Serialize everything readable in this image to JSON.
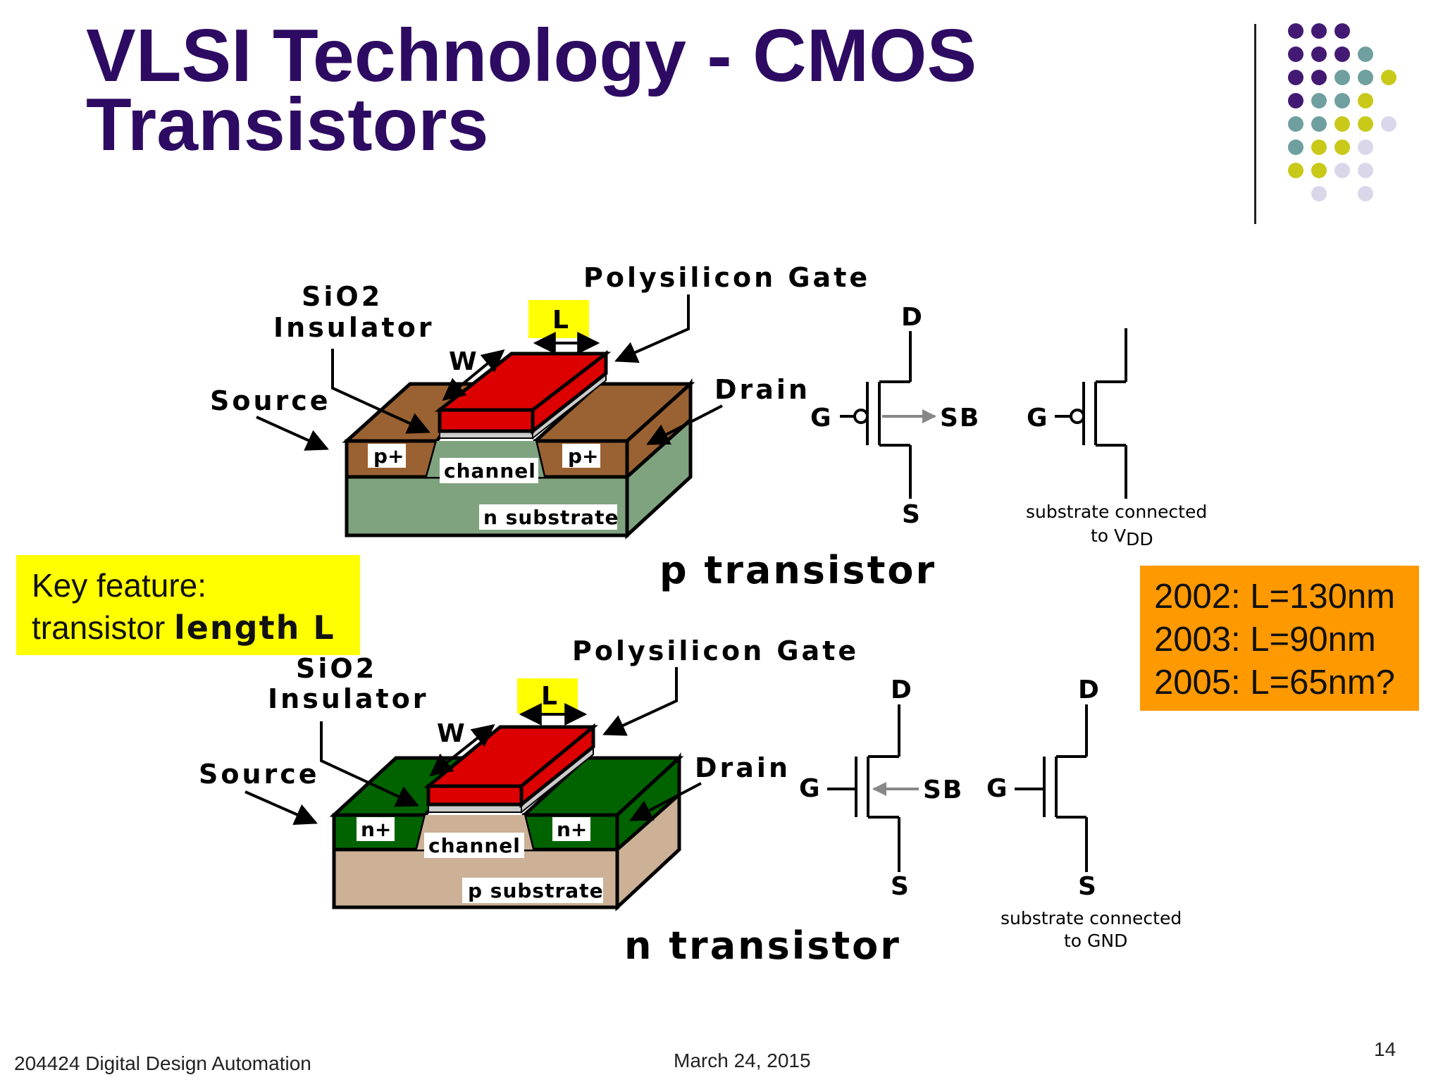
{
  "slide": {
    "title_line1": "VLSI Technology - CMOS",
    "title_line2": "Transistors",
    "footer_left": "204424 Digital Design Automation",
    "footer_date": "March 24, 2015",
    "page_number": "14"
  },
  "key_feature": {
    "line1": "Key feature:",
    "line2_prefix": "transistor ",
    "line2_bold": "length L"
  },
  "years": [
    "2002: L=130nm",
    "2003: L=90nm",
    "2005: L=65nm?"
  ],
  "p_transistor": {
    "caption": "p transistor",
    "gate_label": "Polysilicon Gate",
    "insulator_label_1": "SiO2",
    "insulator_label_2": "Insulator",
    "source_label": "Source",
    "drain_label": "Drain",
    "length_label": "L",
    "width_label": "W",
    "well_left": "p+",
    "well_right": "p+",
    "channel_label": "channel",
    "substrate_label": "n substrate",
    "symbol": {
      "d": "D",
      "g": "G",
      "sb": "SB",
      "s": "S",
      "g2": "G",
      "note_line1": "substrate connected",
      "note_line2_prefix": "to V",
      "note_line2_sub": "DD"
    }
  },
  "n_transistor": {
    "caption": "n transistor",
    "gate_label": "Polysilicon Gate",
    "insulator_label_1": "SiO2",
    "insulator_label_2": "Insulator",
    "source_label": "Source",
    "drain_label": "Drain",
    "length_label": "L",
    "width_label": "W",
    "well_left": "n+",
    "well_right": "n+",
    "channel_label": "channel",
    "substrate_label": "p substrate",
    "symbol": {
      "d": "D",
      "g": "G",
      "sb": "SB",
      "s": "S",
      "d2": "D",
      "g2": "G",
      "s2": "S",
      "note_line1": "substrate connected",
      "note_line2": "to GND"
    }
  },
  "colors": {
    "title": "#2e0b62",
    "gate": "#dd0000",
    "p_well": "#9a6232",
    "n_sub": "#7fa37f",
    "n_well": "#006300",
    "p_sub": "#ccb197",
    "highlight": "#ffff00",
    "callout": "#ff9900",
    "arrow_gray": "#888888",
    "dot_purple": "#431a73",
    "dot_teal": "#6f9f9f",
    "dot_yellow": "#c9c91a",
    "dot_lavender": "#dad7ea"
  }
}
